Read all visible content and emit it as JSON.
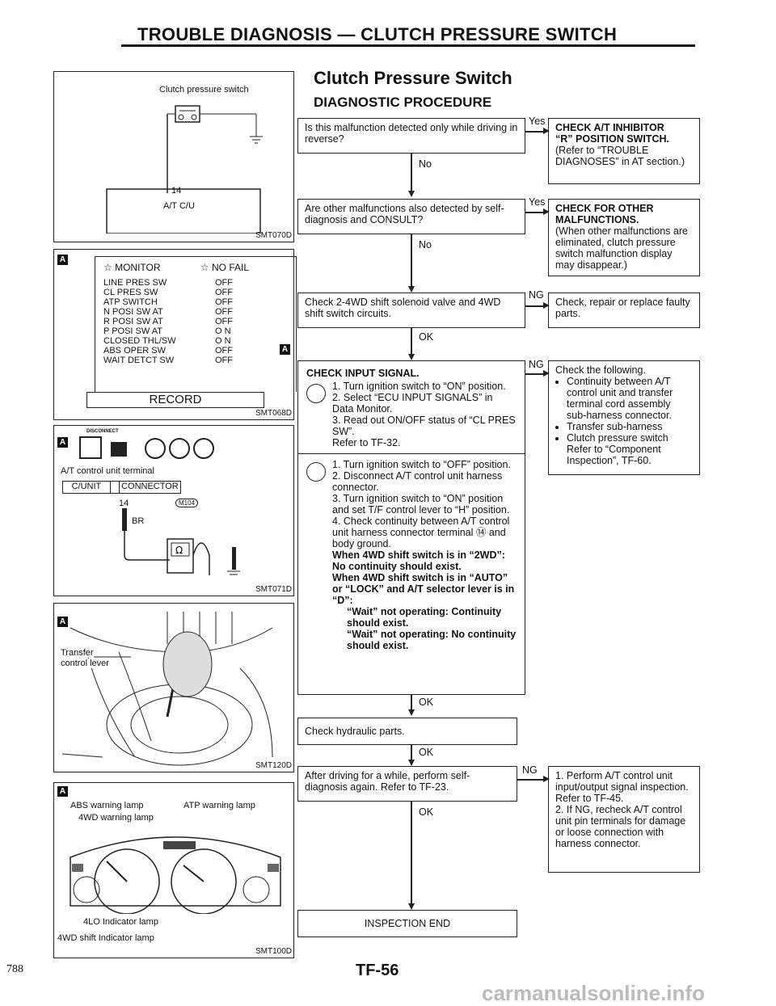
{
  "header": {
    "title": "TROUBLE DIAGNOSIS — CLUTCH PRESSURE SWITCH"
  },
  "section": {
    "title": "Clutch Pressure Switch",
    "subtitle": "DIAGNOSTIC PROCEDURE"
  },
  "fig1": {
    "label": "Clutch pressure switch",
    "terminal": "14",
    "unit": "A/T C/U",
    "code": "SMT070D"
  },
  "fig2": {
    "tag": "A",
    "monitor": "☆ MONITOR",
    "nofail": "☆ NO FAIL",
    "rows": [
      {
        "name": "LINE PRES SW",
        "val": "OFF"
      },
      {
        "name": "CL PRES SW",
        "val": "OFF"
      },
      {
        "name": "ATP SWITCH",
        "val": "OFF"
      },
      {
        "name": "N POSI SW AT",
        "val": "OFF"
      },
      {
        "name": "R POSI SW AT",
        "val": "OFF"
      },
      {
        "name": "P POSI SW AT",
        "val": "O N"
      },
      {
        "name": "CLOSED THL/SW",
        "val": "O N"
      },
      {
        "name": "ABS OPER SW",
        "val": "OFF"
      },
      {
        "name": "WAIT DETCT SW",
        "val": "OFF"
      }
    ],
    "record": "RECORD",
    "code": "SMT068D"
  },
  "fig3": {
    "tag": "A",
    "disconnect": "DISCONNECT",
    "caption": "A/T control unit terminal",
    "cunit": "C/UNIT",
    "connector": "CONNECTOR",
    "pin": "14",
    "conn_id": "M104",
    "wire": "BR",
    "code": "SMT071D"
  },
  "fig4": {
    "tag": "A",
    "label1": "Transfer",
    "label2": "control lever",
    "code": "SMT120D"
  },
  "fig5": {
    "tag": "A",
    "abs": "ABS warning lamp",
    "atp": "ATP warning lamp",
    "wd": "4WD warning lamp",
    "lo": "4LO Indicator lamp",
    "shift": "4WD shift Indicator lamp",
    "code": "SMT100D"
  },
  "flow": {
    "q1": "Is this malfunction detected only while driving in reverse?",
    "r1": [
      "CHECK A/T INHIBITOR",
      "“R” POSITION SWITCH.",
      "(Refer to “TROUBLE DIAGNOSES” in AT section.)"
    ],
    "q2": "Are other malfunctions also detected by self-diagnosis and CONSULT?",
    "r2": [
      "CHECK FOR OTHER MALFUNCTIONS.",
      "(When other malfunctions are eliminated, clutch pressure switch malfunction display may disappear.)"
    ],
    "q3": "Check 2-4WD shift solenoid valve and 4WD shift switch circuits.",
    "r3": "Check, repair or replace faulty parts.",
    "q4_title": "CHECK INPUT SIGNAL.",
    "q4_steps": [
      "1. Turn ignition switch to “ON” position.",
      "2. Select “ECU INPUT SIGNALS” in Data Monitor.",
      "3. Read out ON/OFF status of “CL PRES SW”.",
      "Refer to TF-32."
    ],
    "q4b_steps": [
      "1. Turn ignition switch to “OFF” position.",
      "2. Disconnect A/T control unit harness connector.",
      "3. Turn ignition switch to “ON” position and set T/F control lever to “H” position.",
      "4. Check continuity between A/T control unit harness connector terminal ⑭ and body ground."
    ],
    "q4b_bold": [
      "When 4WD shift switch is in “2WD”: No continuity should exist.",
      "When 4WD shift switch is in “AUTO” or “LOCK” and A/T selector lever is in “D”:",
      "“Wait” not operating: Continuity should exist.",
      "“Wait” not operating: No continuity should exist."
    ],
    "r4_title": "Check the following.",
    "r4_items": [
      "Continuity between A/T control unit and transfer terminal cord assembly sub-harness connector.",
      "Transfer sub-harness",
      "Clutch pressure switch Refer to “Component Inspection”, TF-60."
    ],
    "q5": "Check hydraulic parts.",
    "q6": "After driving for a while, perform self-diagnosis again. Refer to TF-23.",
    "r6": [
      "1. Perform A/T control unit input/output signal inspection. Refer to TF-45.",
      "2. If NG, recheck A/T control unit pin terminals for damage or loose connection with harness connector."
    ],
    "end": "INSPECTION END",
    "yes": "Yes",
    "no": "No",
    "ok": "OK",
    "ng": "NG"
  },
  "footer": {
    "page": "TF-56",
    "number": "788",
    "watermark": "carmanualsonline.info"
  }
}
